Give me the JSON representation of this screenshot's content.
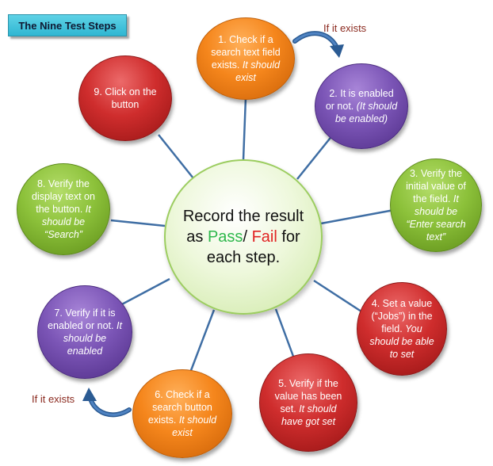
{
  "title": "The Nine Test Steps",
  "center": {
    "line_before": "Record the result as",
    "pass": "Pass",
    "slash": "/",
    "fail": "Fail",
    "line_after": "for each step."
  },
  "notes": {
    "top_right": "If it exists",
    "bottom_left": "If it exists"
  },
  "steps": [
    {
      "id": 1,
      "text": "1. Check if a search text field exists.",
      "hint": "It should exist",
      "color": "orange"
    },
    {
      "id": 2,
      "text": "2. It is enabled or not.",
      "hint": "(It should be enabled)",
      "color": "purple"
    },
    {
      "id": 3,
      "text": "3. Verify the initial value of the field.",
      "hint": "It should be “Enter search text”",
      "color": "green"
    },
    {
      "id": 4,
      "text": "4. Set a value (“Jobs”) in the field.",
      "hint": "You should be able to set",
      "color": "red"
    },
    {
      "id": 5,
      "text": "5. Verify if the value has been set.",
      "hint": "It should have got set",
      "color": "red"
    },
    {
      "id": 6,
      "text": "6. Check if a search button exists.",
      "hint": "It should exist",
      "color": "orange"
    },
    {
      "id": 7,
      "text": "7. Verify if it is enabled or not.",
      "hint": "It should be enabled",
      "color": "purple"
    },
    {
      "id": 8,
      "text": "8. Verify the display text on the button.",
      "hint": "It should be “Search”",
      "color": "green"
    },
    {
      "id": 9,
      "text": "9. Click on the button",
      "hint": "",
      "color": "red"
    }
  ]
}
